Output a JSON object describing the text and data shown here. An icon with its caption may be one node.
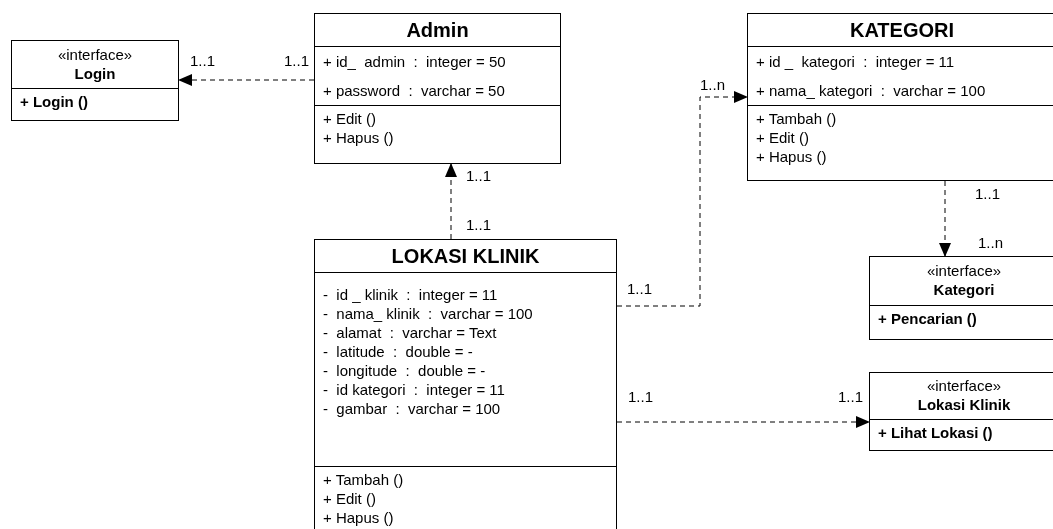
{
  "diagram": {
    "nodes": [
      {
        "text": [
          "«interface»",
          "Login",
          "+ Login ()"
        ]
      },
      {
        "text": [
          "Admin",
          "+ id_  admin  :  integer = 50",
          "+ password  :  varchar = 50",
          "+ Edit ()",
          "+ Hapus ()"
        ]
      },
      {
        "text": [
          "KATEGORI",
          "+ id _  kategori  :  integer = 11",
          "+ nama_ kategori  :  varchar = 100",
          "+ Tambah ()",
          "+ Edit ()",
          "+ Hapus ()"
        ]
      },
      {
        "text": [
          "LOKASI KLINIK",
          "-  id _ klinik  :  integer = 11",
          "-  nama_ klinik  :  varchar = 100",
          "-  alamat  :  varchar = Text",
          "-  latitude  :  double = -",
          "-  longitude  :  double = -",
          "-  id kategori  :  integer = 11",
          "-  gambar  :  varchar = 100",
          "+ Tambah ()",
          "+ Edit ()",
          "+ Hapus ()"
        ]
      },
      {
        "text": [
          "«interface»",
          "Kategori",
          "+ Pencarian ()"
        ]
      },
      {
        "text": [
          "«interface»",
          "Lokasi Klinik",
          "+ Lihat Lokasi ()"
        ]
      }
    ],
    "edges": [
      {
        "from": 1,
        "to": 0,
        "arrow": "to",
        "style": "dashed"
      },
      {
        "from": 3,
        "to": 1,
        "arrow": "to",
        "style": "dashed"
      },
      {
        "from": 3,
        "to": 2,
        "arrow": "to",
        "style": "dashed"
      },
      {
        "from": 2,
        "to": 4,
        "arrow": "to",
        "style": "dashed"
      },
      {
        "from": 3,
        "to": 5,
        "arrow": "to",
        "style": "dashed"
      }
    ],
    "labels": [
      "1..1",
      "1..1",
      "1..n",
      "1..1",
      "1..1",
      "1..1",
      "1..n",
      "1..1",
      "1..1",
      "1..1"
    ]
  }
}
